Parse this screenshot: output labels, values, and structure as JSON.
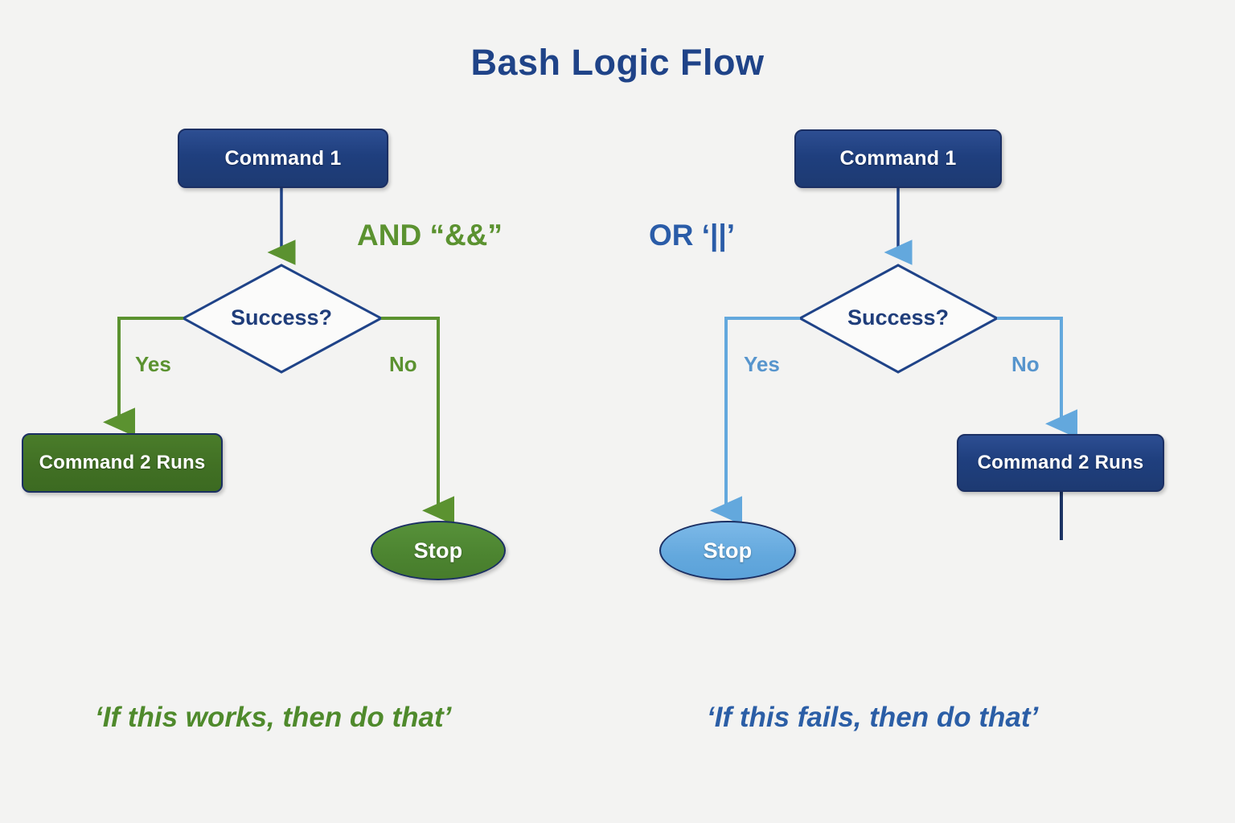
{
  "title": "Bash Logic Flow",
  "colors": {
    "background": "#f3f3f2",
    "title_blue": "#1f4388",
    "dark_blue": "#1f3f7e",
    "node_border": "#1b2f63",
    "green": "#417024",
    "green_line": "#5b9230",
    "light_blue": "#63a8dd",
    "caption_green": "#4f8a2c",
    "caption_blue": "#2b5ea6"
  },
  "left_flow": {
    "operator_label": "AND “&&”",
    "start_node": "Command 1",
    "decision_node": "Success?",
    "yes_label": "Yes",
    "no_label": "No",
    "yes_target": "Command 2 Runs",
    "no_target": "Stop",
    "caption": "‘If this works, then do that’"
  },
  "right_flow": {
    "operator_label": "OR ‘||’",
    "start_node": "Command 1",
    "decision_node": "Success?",
    "yes_label": "Yes",
    "no_label": "No",
    "yes_target": "Stop",
    "no_target": "Command 2 Runs",
    "caption": "‘If this fails, then do that’"
  },
  "chart_data": {
    "type": "diagram",
    "title": "Bash Logic Flow",
    "diagram_kind": "flowchart",
    "flows": [
      {
        "name": "AND",
        "operator": "AND “&&”",
        "accent_color": "#5b9230",
        "caption": "‘If this works, then do that’",
        "nodes": [
          {
            "id": "cmd1",
            "label": "Command 1",
            "shape": "rounded-rect",
            "fill": "#1f3f7e"
          },
          {
            "id": "success",
            "label": "Success?",
            "shape": "diamond",
            "fill": "#ffffff"
          },
          {
            "id": "cmd2",
            "label": "Command 2 Runs",
            "shape": "rounded-rect",
            "fill": "#417024"
          },
          {
            "id": "stop",
            "label": "Stop",
            "shape": "ellipse",
            "fill": "#4c8430"
          }
        ],
        "edges": [
          {
            "from": "cmd1",
            "to": "success",
            "label": ""
          },
          {
            "from": "success",
            "to": "cmd2",
            "label": "Yes"
          },
          {
            "from": "success",
            "to": "stop",
            "label": "No"
          }
        ]
      },
      {
        "name": "OR",
        "operator": "OR ‘||’",
        "accent_color": "#63a8dd",
        "caption": "‘If this fails, then do that’",
        "nodes": [
          {
            "id": "cmd1",
            "label": "Command 1",
            "shape": "rounded-rect",
            "fill": "#1f3f7e"
          },
          {
            "id": "success",
            "label": "Success?",
            "shape": "diamond",
            "fill": "#ffffff"
          },
          {
            "id": "stop",
            "label": "Stop",
            "shape": "ellipse",
            "fill": "#63a8dd"
          },
          {
            "id": "cmd2",
            "label": "Command 2 Runs",
            "shape": "rounded-rect",
            "fill": "#1f3f7e"
          }
        ],
        "edges": [
          {
            "from": "cmd1",
            "to": "success",
            "label": ""
          },
          {
            "from": "success",
            "to": "stop",
            "label": "Yes"
          },
          {
            "from": "success",
            "to": "cmd2",
            "label": "No"
          }
        ]
      }
    ]
  }
}
